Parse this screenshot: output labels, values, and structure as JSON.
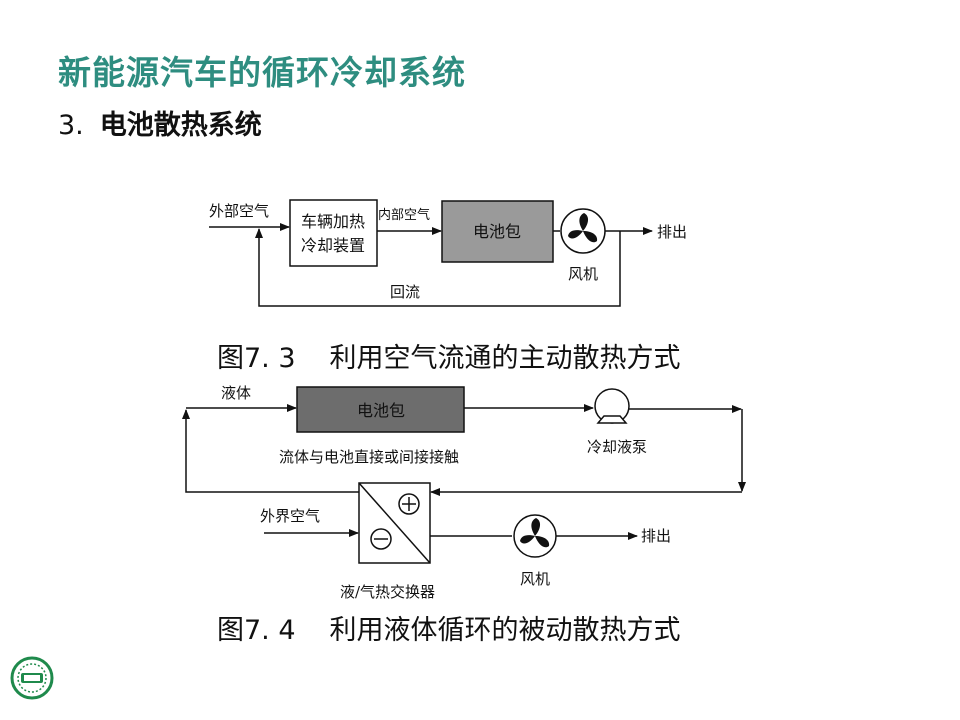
{
  "slide": {
    "title": "新能源汽车的循环冷却系统",
    "section_number": "3.",
    "section_title": "电池散热系统"
  },
  "figure1": {
    "caption_number": "图7. 3",
    "caption_text": "利用空气流通的主动散热方式",
    "labels": {
      "outside_air": "外部空气",
      "cooling_device_line1": "车辆加热",
      "cooling_device_line2": "冷却装置",
      "inside_air": "内部空气",
      "battery_pack": "电池包",
      "fan": "风机",
      "exhaust": "排出",
      "return_flow": "回流"
    }
  },
  "figure2": {
    "caption_number": "图7. 4",
    "caption_text": "利用液体循环的被动散热方式",
    "labels": {
      "liquid": "液体",
      "battery_pack": "电池包",
      "contact_note": "流体与电池直接或间接接触",
      "coolant_pump": "冷却液泵",
      "outside_air": "外界空气",
      "heat_exchanger": "液/气热交换器",
      "fan": "风机",
      "exhaust": "排出"
    }
  },
  "colors": {
    "title": "#2e8d80",
    "battery_fill_1": "#9a9a9a",
    "battery_fill_2": "#6d6d6d",
    "logo": "#1f8a4c"
  },
  "icons": [
    "fan-icon",
    "pump-icon",
    "plus-circle-icon",
    "minus-circle-icon",
    "org-logo-icon"
  ]
}
